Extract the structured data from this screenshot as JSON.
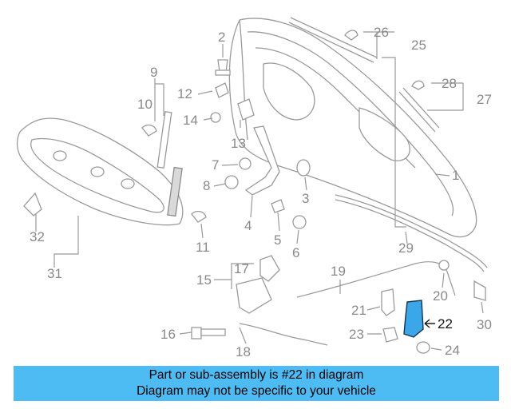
{
  "callouts": [
    {
      "key": "c1",
      "text": "1"
    },
    {
      "key": "c2",
      "text": "2"
    },
    {
      "key": "c3",
      "text": "3"
    },
    {
      "key": "c4",
      "text": "4"
    },
    {
      "key": "c5",
      "text": "5"
    },
    {
      "key": "c6",
      "text": "6"
    },
    {
      "key": "c7",
      "text": "7"
    },
    {
      "key": "c8",
      "text": "8"
    },
    {
      "key": "c9",
      "text": "9"
    },
    {
      "key": "c10",
      "text": "10"
    },
    {
      "key": "c11",
      "text": "11"
    },
    {
      "key": "c12",
      "text": "12"
    },
    {
      "key": "c13",
      "text": "13"
    },
    {
      "key": "c14",
      "text": "14"
    },
    {
      "key": "c15",
      "text": "15"
    },
    {
      "key": "c16",
      "text": "16"
    },
    {
      "key": "c17",
      "text": "17"
    },
    {
      "key": "c18",
      "text": "18"
    },
    {
      "key": "c19",
      "text": "19"
    },
    {
      "key": "c20",
      "text": "20"
    },
    {
      "key": "c21",
      "text": "21"
    },
    {
      "key": "c22",
      "text": "22"
    },
    {
      "key": "c23",
      "text": "23"
    },
    {
      "key": "c24",
      "text": "24"
    },
    {
      "key": "c25",
      "text": "25"
    },
    {
      "key": "c26",
      "text": "26"
    },
    {
      "key": "c27",
      "text": "27"
    },
    {
      "key": "c28",
      "text": "28"
    },
    {
      "key": "c29",
      "text": "29"
    },
    {
      "key": "c30",
      "text": "30"
    },
    {
      "key": "c31",
      "text": "31"
    },
    {
      "key": "c32",
      "text": "32"
    }
  ],
  "highlighted_part": "22",
  "colors": {
    "banner": "#4dbcf2",
    "highlight_part": "#3aa7e8",
    "line_art": "#9a9a9a"
  },
  "banner": {
    "line1": "Part or sub-assembly is #22 in diagram",
    "line2": "Diagram may not be specific to your vehicle"
  }
}
